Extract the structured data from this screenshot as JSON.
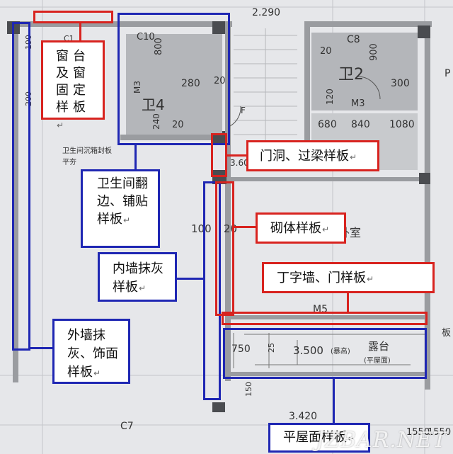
{
  "labels": {
    "window_sill": "窗台及窗固定样板",
    "toilet": "卫生间翻边、铺贴样板",
    "door_lintel": "门洞、过梁样板",
    "masonry": "砌体样板",
    "interior_plaster": "内墙抹灰样板",
    "t_wall": "丁字墙、门样板",
    "exterior_plaster": "外墙抹灰、饰面样板",
    "flat_roof": "平屋面样板",
    "return_mark": "↵"
  },
  "plan_text": {
    "dim_top": "2.290",
    "c1": "C1",
    "c10": "C10",
    "d800": "800",
    "m3_left": "M3",
    "wei4": "卫4",
    "d280": "280",
    "d20a": "20",
    "d20b": "20",
    "d240": "240",
    "c8": "C8",
    "d20c": "20",
    "d900": "900",
    "wei2": "卫2",
    "d300": "300",
    "d120": "120",
    "m3_right": "M3",
    "d680": "680",
    "d840": "840",
    "d1080": "1080",
    "note1": "卫生间沉箱封板",
    "note2": "平夯",
    "f": "F",
    "d360": "3.60",
    "d100": "100",
    "d20d": "20",
    "room": "卧室",
    "m5": "M5",
    "d750": "750",
    "d25": "25",
    "elev": "3.500",
    "elev_note": "(暴高)",
    "terrace": "露台",
    "terrace_note": "(平屋面)",
    "c7": "C7",
    "d3420": "3.420",
    "d150": "150",
    "d1550a": "1550",
    "d1550b": "1550",
    "pl": "P",
    "ban": "板",
    "d190": "190",
    "d200": "200"
  },
  "watermark": "JZBAR.NET"
}
